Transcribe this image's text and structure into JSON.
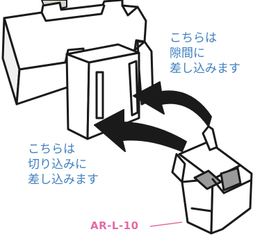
{
  "callouts": {
    "gap_insert": [
      "こちらは",
      "隙間に",
      "差し込みます"
    ],
    "notch_insert": [
      "こちらは",
      "切り込みに",
      "差し込みます"
    ]
  },
  "part_label": "AR-L-10",
  "colors": {
    "outline": "#1a1a1a",
    "face_light": "#ffffff",
    "face_shade": "#f1f1f1",
    "arrow": "#1a1a1a",
    "callout_text": "#3f7fbf",
    "part_label": "#e46aa6",
    "leader_line": "#e46aa6",
    "pad": "#9a9a9a",
    "corner_shape": "#d8d6cc"
  }
}
